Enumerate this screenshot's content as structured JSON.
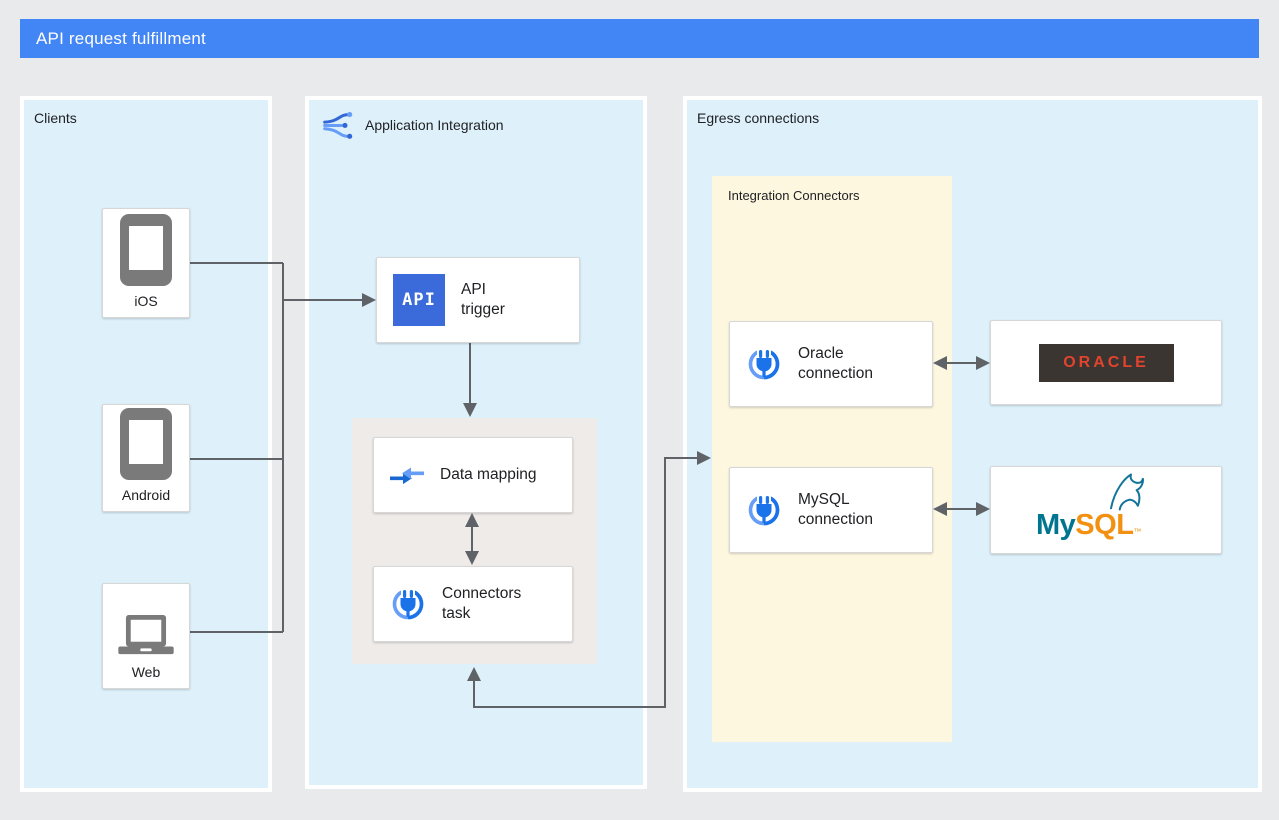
{
  "header": {
    "title": "API request fulfillment"
  },
  "panels": {
    "clients": {
      "label": "Clients"
    },
    "application_integration": {
      "label": "Application Integration"
    },
    "egress": {
      "label": "Egress connections"
    },
    "integration_connectors": {
      "label": "Integration Connectors"
    }
  },
  "clients": {
    "ios": {
      "label": "iOS"
    },
    "android": {
      "label": "Android"
    },
    "web": {
      "label": "Web"
    }
  },
  "nodes": {
    "api_trigger": {
      "label": "API\ntrigger",
      "icon_text": "API"
    },
    "data_mapping": {
      "label": "Data mapping"
    },
    "connectors_task": {
      "label": "Connectors\ntask"
    },
    "oracle_connection": {
      "label": "Oracle\nconnection"
    },
    "mysql_connection": {
      "label": "MySQL\nconnection"
    }
  },
  "logos": {
    "oracle": {
      "text": "ORACLE"
    },
    "mysql": {
      "my": "My",
      "sql": "SQL",
      "tm": "™"
    }
  },
  "colors": {
    "title_bar": "#4285f4",
    "zone_blue": "#def1fb",
    "zone_yellow": "#fef7e0",
    "zone_gray": "#efebe9",
    "background": "#e9eaec",
    "connector_line": "#5f6368",
    "device_icon_gray": "#7a7a7a",
    "api_icon_blue": "#3b6adb",
    "google_blue": "#3367d6",
    "google_blue_light": "#669df6",
    "oracle_red": "#e2432e",
    "oracle_box": "#3a3530",
    "mysql_teal": "#00758f",
    "mysql_orange": "#f29111"
  }
}
